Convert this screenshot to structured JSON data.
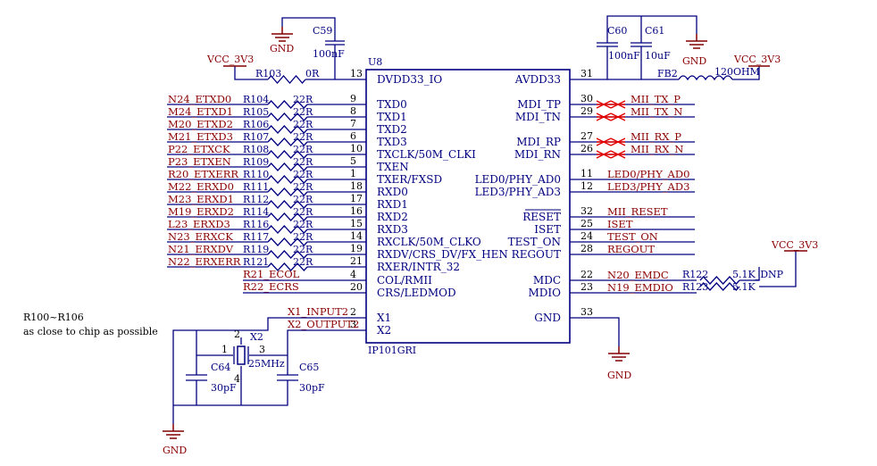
{
  "chip": {
    "designator": "U8",
    "part": "IP101GRI",
    "left_pins": [
      {
        "num": "13",
        "name": "DVDD33_IO"
      },
      {
        "num": "9",
        "name": "TXD0"
      },
      {
        "num": "8",
        "name": "TXD1"
      },
      {
        "num": "7",
        "name": "TXD2"
      },
      {
        "num": "6",
        "name": "TXD3"
      },
      {
        "num": "10",
        "name": "TXCLK/50M_CLKI"
      },
      {
        "num": "5",
        "name": "TXEN"
      },
      {
        "num": "1",
        "name": "TXER/FXSD"
      },
      {
        "num": "18",
        "name": "RXD0"
      },
      {
        "num": "17",
        "name": "RXD1"
      },
      {
        "num": "16",
        "name": "RXD2"
      },
      {
        "num": "15",
        "name": "RXD3"
      },
      {
        "num": "14",
        "name": "RXCLK/50M_CLKO"
      },
      {
        "num": "19",
        "name": "RXDV/CRS_DV/FX_HEN"
      },
      {
        "num": "21",
        "name": "RXER/INTR_32"
      },
      {
        "num": "4",
        "name": "COL/RMII"
      },
      {
        "num": "20",
        "name": "CRS/LEDMOD"
      },
      {
        "num": "2",
        "name": "X1"
      },
      {
        "num": "3",
        "name": "X2"
      }
    ],
    "right_pins": [
      {
        "num": "31",
        "name": "AVDD33"
      },
      {
        "num": "30",
        "name": "MDI_TP"
      },
      {
        "num": "29",
        "name": "MDI_TN"
      },
      {
        "num": "27",
        "name": "MDI_RP"
      },
      {
        "num": "26",
        "name": "MDI_RN"
      },
      {
        "num": "11",
        "name": "LED0/PHY_AD0"
      },
      {
        "num": "12",
        "name": "LED3/PHY_AD3"
      },
      {
        "num": "32",
        "name": "RESET"
      },
      {
        "num": "25",
        "name": "ISET"
      },
      {
        "num": "24",
        "name": "TEST_ON"
      },
      {
        "num": "28",
        "name": "REGOUT"
      },
      {
        "num": "22",
        "name": "MDC"
      },
      {
        "num": "23",
        "name": "MDIO"
      },
      {
        "num": "33",
        "name": "GND"
      }
    ]
  },
  "series_resistors": [
    {
      "net": "N24_ETXD0",
      "ref": "R104",
      "value": "22R"
    },
    {
      "net": "M24_ETXD1",
      "ref": "R105",
      "value": "22R"
    },
    {
      "net": "M20_ETXD2",
      "ref": "R106",
      "value": "22R"
    },
    {
      "net": "M21_ETXD3",
      "ref": "R107",
      "value": "22R"
    },
    {
      "net": "P22_ETXCK",
      "ref": "R108",
      "value": "22R"
    },
    {
      "net": "P23_ETXEN",
      "ref": "R109",
      "value": "22R"
    },
    {
      "net": "R20_ETXERR",
      "ref": "R110",
      "value": "22R"
    },
    {
      "net": "M22_ERXD0",
      "ref": "R111",
      "value": "22R"
    },
    {
      "net": "M23_ERXD1",
      "ref": "R112",
      "value": "22R"
    },
    {
      "net": "M19_ERXD2",
      "ref": "R114",
      "value": "22R"
    },
    {
      "net": "L23_ERXD3",
      "ref": "R116",
      "value": "22R"
    },
    {
      "net": "N23_ERXCK",
      "ref": "R117",
      "value": "22R"
    },
    {
      "net": "N21_ERXDV",
      "ref": "R119",
      "value": "22R"
    },
    {
      "net": "N22_ERXERR",
      "ref": "R121",
      "value": "22R"
    }
  ],
  "direct_nets_left": [
    {
      "net": "R21_ECOL"
    },
    {
      "net": "R22_ECRS"
    },
    {
      "net": "X1_INPUT2"
    },
    {
      "net": "X2_OUTPUT2"
    }
  ],
  "right_nets": [
    {
      "net": "MII_TX_P"
    },
    {
      "net": "MII_TX_N"
    },
    {
      "net": "MII_RX_P"
    },
    {
      "net": "MII_RX_N"
    },
    {
      "net": "LED0/PHY_AD0"
    },
    {
      "net": "LED3/PHY_AD3"
    },
    {
      "net": "MII_RESET"
    },
    {
      "net": "ISET"
    },
    {
      "net": "TEST_ON"
    },
    {
      "net": "REGOUT"
    },
    {
      "net": "N20_EMDC"
    },
    {
      "net": "N19_EMDIO"
    }
  ],
  "passives": {
    "r103": {
      "ref": "R103",
      "value": "0R"
    },
    "c59": {
      "ref": "C59",
      "value": "100nF"
    },
    "c60": {
      "ref": "C60",
      "value": "100nF"
    },
    "c61": {
      "ref": "C61",
      "value": "10uF"
    },
    "fb2": {
      "ref": "FB2",
      "value": "120OHM"
    },
    "r122": {
      "ref": "R122",
      "value": "5.1K_DNP"
    },
    "r123": {
      "ref": "R123",
      "value": "5.1K"
    },
    "c64": {
      "ref": "C64",
      "value": "30pF"
    },
    "c65": {
      "ref": "C65",
      "value": "30pF"
    },
    "crystal": {
      "ref": "X2",
      "value": "25MHz",
      "pin1": "1",
      "pin2": "2",
      "pin3": "3",
      "pin4": "4"
    }
  },
  "power": {
    "vcc_left": "VCC_3V3",
    "vcc_right_top": "VCC_3V3",
    "vcc_right_mid": "VCC_3V3",
    "gnd_c59": "GND",
    "gnd_c60": "GND",
    "gnd_right": "GND",
    "gnd_bottom": "GND"
  },
  "note": {
    "line1": "R100~R106",
    "line2": "as close to chip as possible"
  }
}
